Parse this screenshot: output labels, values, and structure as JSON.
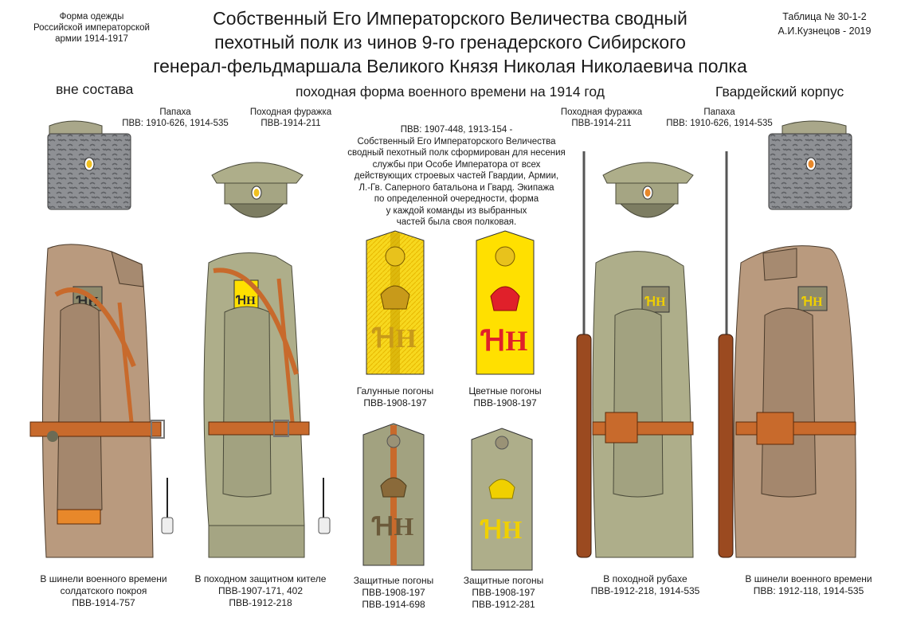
{
  "header": {
    "left_note": [
      "Форма одежды",
      "Российской императорской",
      "армии  1914-1917"
    ],
    "right_note": [
      "Таблица № 30-1-2",
      "А.И.Кузнецов - 2019"
    ],
    "title": [
      "Собственный Его Императорского Величества сводный",
      "пехотный полк из чинов 9-го гренадерского Сибирского",
      "генерал-фельдмаршала Великого Князя Николая Николаевича полка"
    ]
  },
  "subheaders": {
    "left": "вне состава",
    "center": "походная форма военного времени на 1914 год",
    "right": "Гвардейский корпус"
  },
  "headgear": {
    "papakha_left": [
      "Папаха",
      "ПВВ: 1910-626, 1914-535"
    ],
    "cap_left": [
      "Походная фуражка",
      "ПВВ-1914-211"
    ],
    "cap_right": [
      "Походная фуражка",
      "ПВВ-1914-211"
    ],
    "papakha_right": [
      "Папаха",
      "ПВВ: 1910-626, 1914-535"
    ]
  },
  "info_text": [
    "ПВВ: 1907-448, 1913-154 -",
    "Собственный Его Императорского Величества",
    "сводный пехотный полк сформирован для несения",
    "службы при Особе Императора от всех",
    "действующих строевых частей Гвардии, Армии,",
    "Л.-Гв. Саперного батальона и Гвард. Экипажа",
    "по определенной очередности, форма",
    "у каждой команды из выбранных",
    "частей была своя полковая."
  ],
  "shoulder_boards": {
    "galun": [
      "Галунные погоны",
      "ПВВ-1908-197"
    ],
    "color": [
      "Цветные погоны",
      "ПВВ-1908-197"
    ],
    "protective_1": [
      "Защитные погоны",
      "ПВВ-1908-197",
      "ПВВ-1914-698"
    ],
    "protective_2": [
      "Защитные  погоны",
      "ПВВ-1908-197",
      "ПВВ-1912-281"
    ]
  },
  "figures": {
    "greatcoat_left": [
      "В шинели военного времени",
      "солдатского покроя",
      "ПВВ-1914-757"
    ],
    "kitel": [
      "В походном защитном кителе",
      "ПВВ-1907-171, 402",
      "ПВВ-1912-218"
    ],
    "rubakha": [
      "В походной рубахе",
      "ПВВ-1912-218, 1914-535"
    ],
    "greatcoat_right": [
      "В шинели военного времени",
      "ПВВ: 1912-118, 1914-535"
    ]
  },
  "colors": {
    "greatcoat": "#b99a7e",
    "khaki": "#aeae8a",
    "leather": "#c86a2c",
    "yellow": "#ffe000",
    "galun": "#f5d21e",
    "red": "#e0202a",
    "papakha": "#8d8f93",
    "cockade_orange": "#e8882a"
  }
}
